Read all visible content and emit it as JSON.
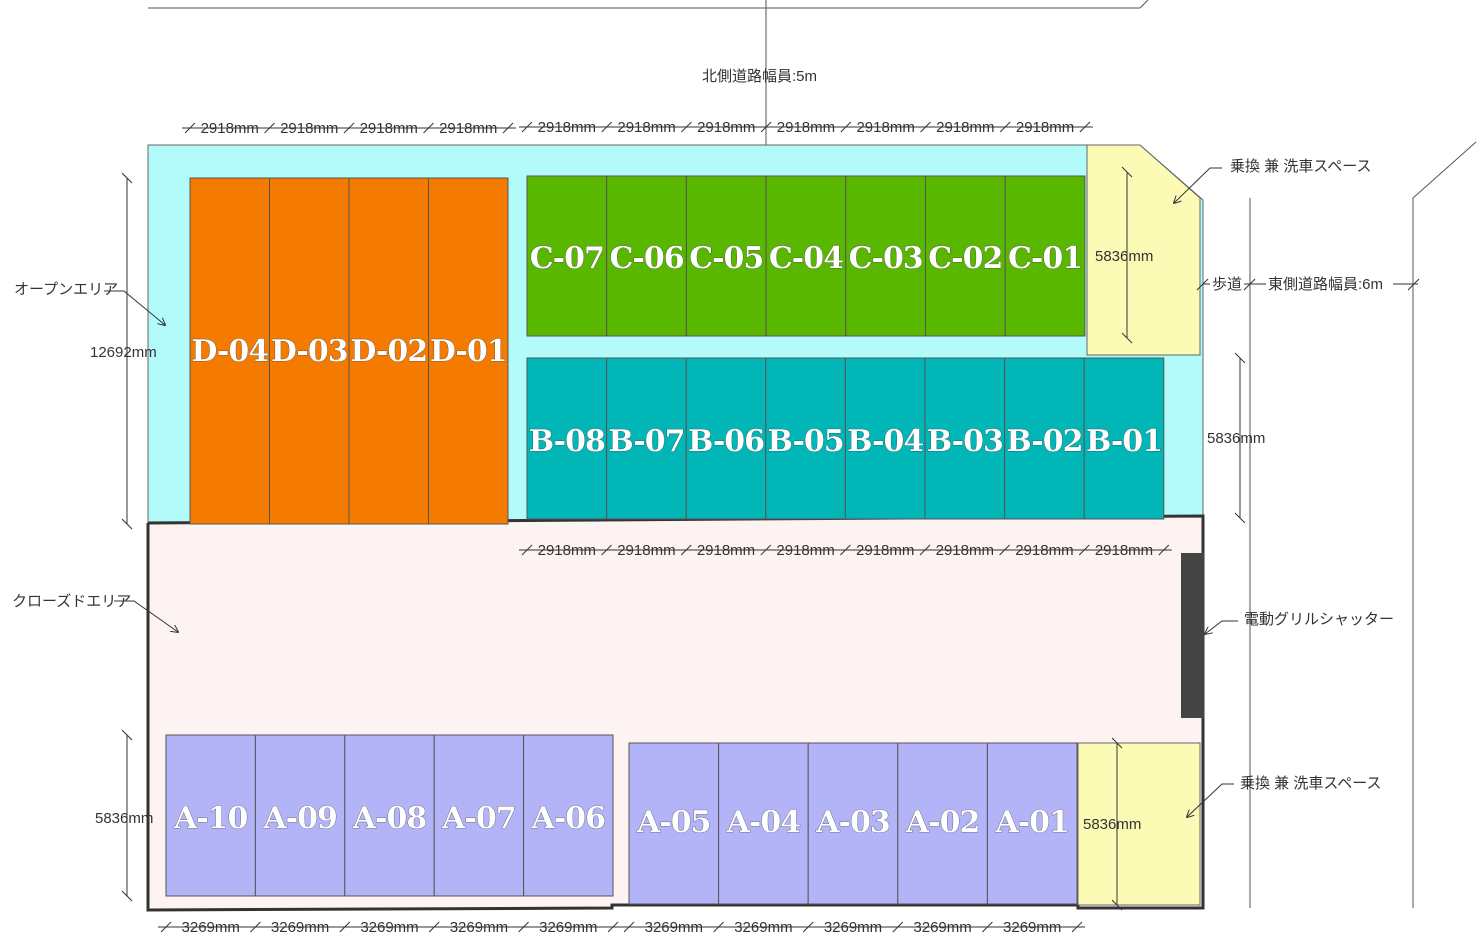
{
  "labels": {
    "north_road": "北側道路幅員:5m",
    "east_road": "東側道路幅員:6m",
    "sidewalk": "歩道",
    "open_area": "オープンエリア",
    "closed_area": "クローズドエリア",
    "shutter": "電動グリルシャッター",
    "wash_space_top": "乗換 兼 洗車スペース",
    "wash_space_bottom": "乗換 兼 洗車スペース"
  },
  "dimensions": {
    "d_width": "2918mm",
    "c_width": "2918mm",
    "b_width": "2918mm",
    "a_width": "3269mm",
    "open_depth": "12692mm",
    "b_depth": "5836mm",
    "c_wash_depth": "5836mm",
    "a_depth": "5836mm",
    "a_wash_depth": "5836mm"
  },
  "slots": {
    "D": [
      "D-04",
      "D-03",
      "D-02",
      "D-01"
    ],
    "C": [
      "C-07",
      "C-06",
      "C-05",
      "C-04",
      "C-03",
      "C-02",
      "C-01"
    ],
    "B": [
      "B-08",
      "B-07",
      "B-06",
      "B-05",
      "B-04",
      "B-03",
      "B-02",
      "B-01"
    ],
    "A_left": [
      "A-10",
      "A-09",
      "A-08",
      "A-07",
      "A-06"
    ],
    "A_right": [
      "A-05",
      "A-04",
      "A-03",
      "A-02",
      "A-01"
    ]
  },
  "colors": {
    "open_area": "#b3fbfb",
    "closed_area": "#fdf3f3",
    "d_slots": "#f47b00",
    "c_slots": "#5ab700",
    "b_slots": "#00b6b6",
    "a_slots": "#b3b3f8",
    "wash_space": "#fbfbb6",
    "shutter": "#444444"
  }
}
